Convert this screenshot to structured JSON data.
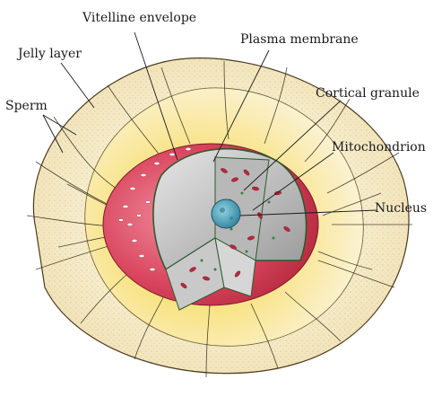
{
  "labels": {
    "vitelline_envelope": "Vitelline envelope",
    "plasma_membrane": "Plasma membrane",
    "jelly_layer": "Jelly layer",
    "cortical_granule": "Cortical granule",
    "sperm": "Sperm",
    "mitochondrion": "Mitochondrion",
    "nucleus": "Nucleus"
  },
  "colors": {
    "jelly_outer": "#f6ecc6",
    "jelly_inner": "#f7d94a",
    "vitelline": "#d9455e",
    "cytoplasm": "#a9a9a9",
    "cortical_granule": "#b3293c",
    "mitochondrion": "#3a7f3a",
    "nucleus": "#4a9bb3"
  }
}
